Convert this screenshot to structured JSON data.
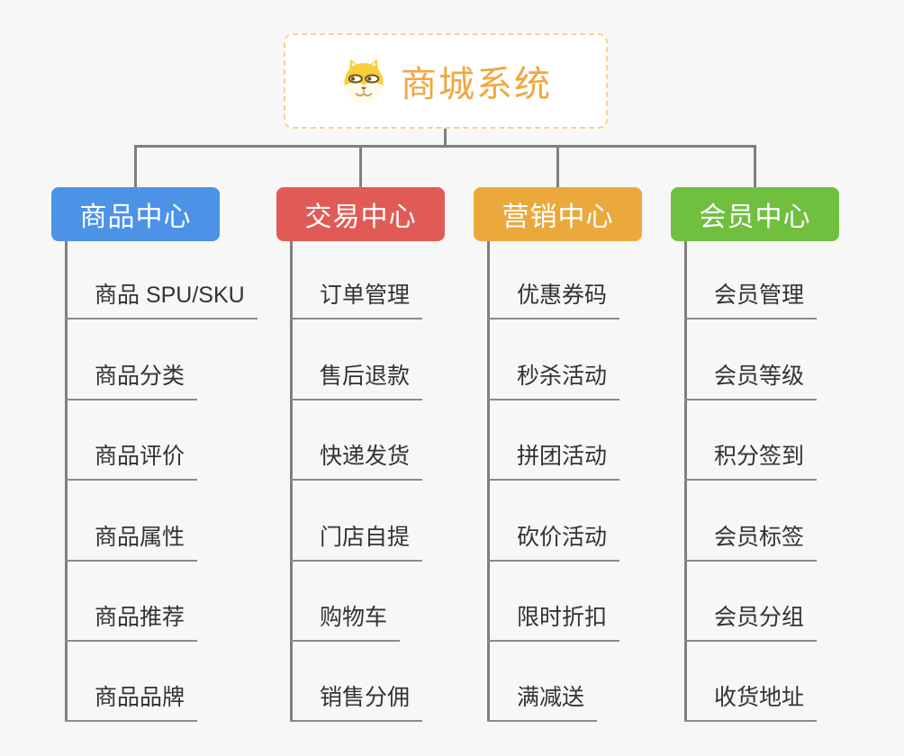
{
  "root": {
    "title": "商城系统",
    "icon": "dog-face-icon",
    "title_color": "#F0A73F",
    "border_color": "#F6D393",
    "background": "#FFFFFF"
  },
  "branches": [
    {
      "label": "商品中心",
      "color": "#4C93E8",
      "items": [
        "商品 SPU/SKU",
        "商品分类",
        "商品评价",
        "商品属性",
        "商品推荐",
        "商品品牌"
      ]
    },
    {
      "label": "交易中心",
      "color": "#E15B56",
      "items": [
        "订单管理",
        "售后退款",
        "快递发货",
        "门店自提",
        "购物车",
        "销售分佣"
      ]
    },
    {
      "label": "营销中心",
      "color": "#EBA93B",
      "items": [
        "优惠券码",
        "秒杀活动",
        "拼团活动",
        "砍价活动",
        "限时折扣",
        "满减送"
      ]
    },
    {
      "label": "会员中心",
      "color": "#70BF3F",
      "items": [
        "会员管理",
        "会员等级",
        "积分签到",
        "会员标签",
        "会员分组",
        "收货地址"
      ]
    }
  ],
  "style_tokens": {
    "canvas_background": "#F7F7F7",
    "connector_color": "#7F7F7F",
    "underline_color": "#8A8A8A",
    "leaf_text_color": "#333333",
    "branch_text_color": "#FFFFFF"
  }
}
